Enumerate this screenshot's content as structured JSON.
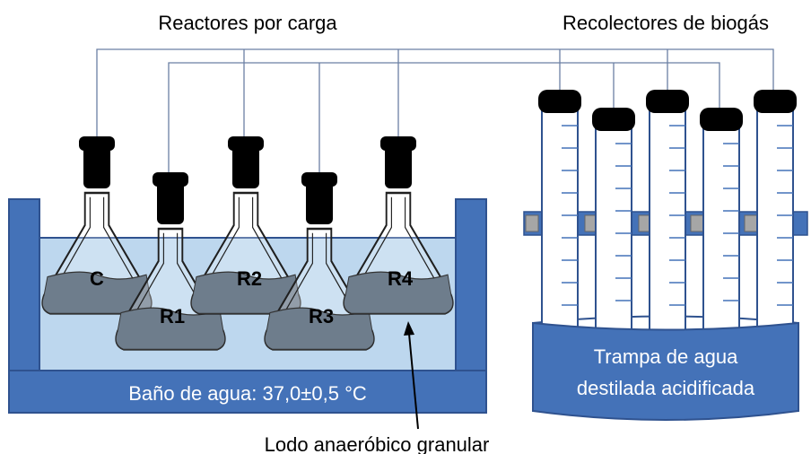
{
  "labels": {
    "reactors": "Reactores por carga",
    "collectors": "Recolectores de biogás",
    "water_bath": "Baño de agua: 37,0±0,5 °C",
    "trap_line1": "Trampa de agua",
    "trap_line2": "destilada acidificada",
    "sludge": "Lodo anaeróbico granular"
  },
  "flasks": [
    {
      "label": "C"
    },
    {
      "label": "R1"
    },
    {
      "label": "R2"
    },
    {
      "label": "R3"
    },
    {
      "label": "R4"
    }
  ],
  "colors": {
    "bath_blue": "#4472B8",
    "water_light": "#BDD7EE",
    "sludge": "#6E7D8C",
    "cap": "#000000",
    "clamp_gray": "#A6A6A6"
  }
}
